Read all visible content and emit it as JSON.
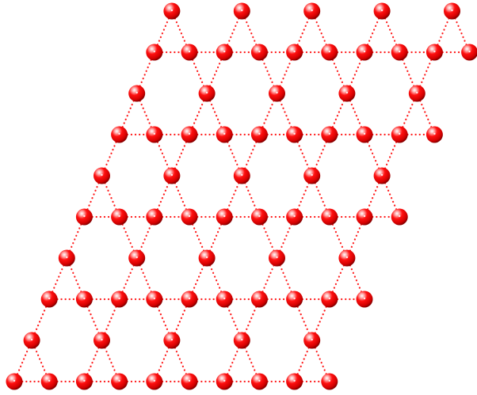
{
  "diagram": {
    "kind": "kagome-lattice",
    "layers": 5,
    "atoms_per_row": 10,
    "bond_style": "dotted",
    "colors": {
      "atom": "#ff0000",
      "atom_highlight": "#ffd0d0",
      "atom_shadow": "#8a0000",
      "bond": "#ff1a1a",
      "background": "#ffffff"
    }
  }
}
